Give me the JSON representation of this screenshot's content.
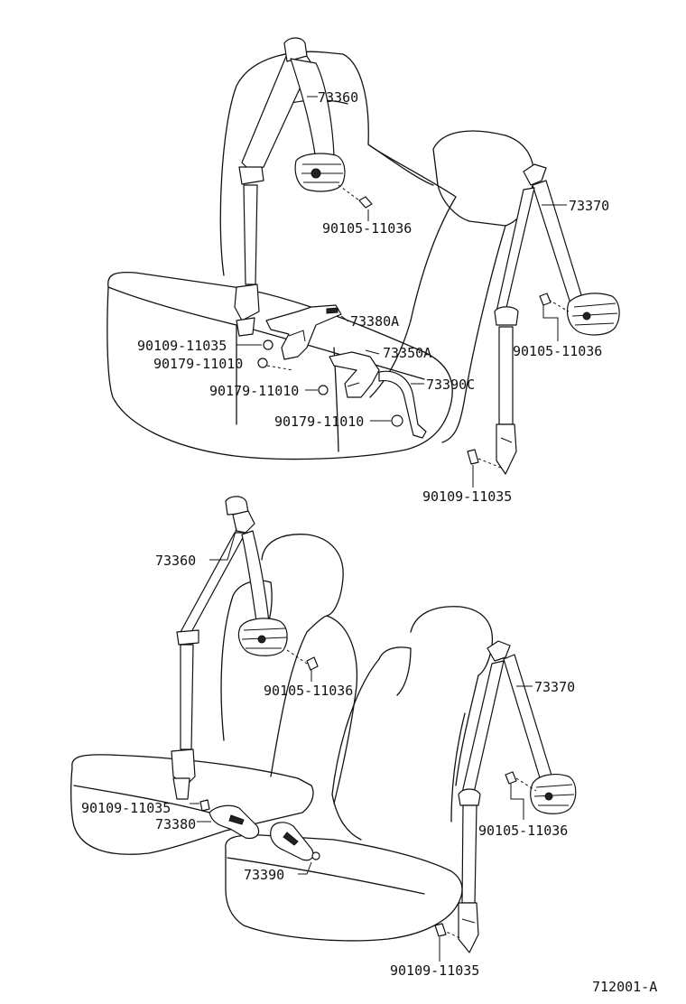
{
  "diagram_code": "712001-A",
  "labels": {
    "upper": {
      "belt_left": "73360",
      "bolt_retractor_left": "90105-11036",
      "belt_right": "73370",
      "buckle_73380A": "73380A",
      "bolt_anchor_left": "90109-11035",
      "nut_1": "90179-11010",
      "buckle_73350A": "73350A",
      "nut_2": "90179-11010",
      "buckle_73390C": "73390C",
      "bolt_retractor_right": "90105-11036",
      "nut_3": "90179-11010",
      "bolt_anchor_right": "90109-11035"
    },
    "lower": {
      "belt_left": "73360",
      "bolt_retractor_left": "90105-11036",
      "belt_right": "73370",
      "bolt_anchor_left": "90109-11035",
      "buckle_left": "73380",
      "bolt_retractor_right": "90105-11036",
      "buckle_right": "73390",
      "bolt_anchor_right": "90109-11035"
    }
  }
}
